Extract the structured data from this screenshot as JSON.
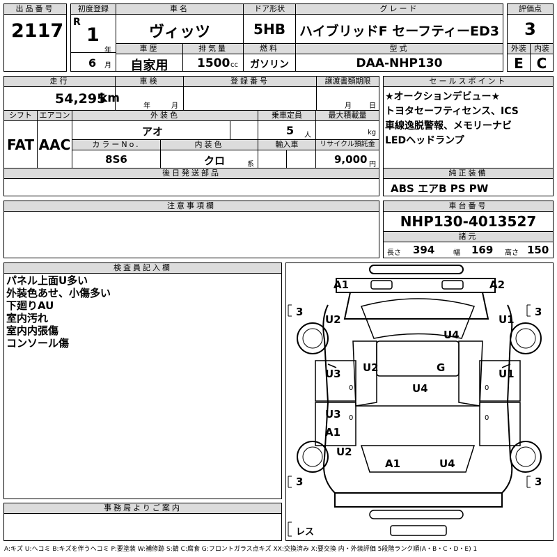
{
  "headers": {
    "lot_no": "出品番号",
    "first_reg": "初度登録",
    "car_name": "車名",
    "door": "ドア形状",
    "grade": "グレード",
    "score": "評価点",
    "history": "車歴",
    "displacement": "排気量",
    "fuel": "燃料",
    "model_code": "型式",
    "exterior": "外装",
    "interior": "内装",
    "mileage": "走行",
    "inspection": "車検",
    "reg_no": "登録番号",
    "transfer_deadline": "譲渡書類期限",
    "shift": "シフト",
    "aircon": "エアコン",
    "ext_color": "外装色",
    "capacity": "乗車定員",
    "max_load": "最大積載量",
    "color_no": "カラーNo.",
    "int_color": "内装色",
    "import": "輸入車",
    "recycle": "リサイクル預託金",
    "later_parts": "後日発送部品",
    "selling_points": "セールスポイント",
    "equipment": "純正装備",
    "notes": "注意事項欄",
    "chassis_no": "車台番号",
    "dimensions": "諸元",
    "inspector": "検査員記入欄",
    "office": "事務局よりご案内"
  },
  "vehicle": {
    "lot_no": "2117",
    "era_mark": "R",
    "year": "1",
    "year_unit": "年",
    "month": "6",
    "month_unit": "月",
    "car_name": "ヴィッツ",
    "door": "5HB",
    "grade": "ハイブリッドF セーフティーED3",
    "score": "3",
    "history": "自家用",
    "displacement": "1500",
    "displacement_unit": "cc",
    "fuel": "ガソリン",
    "model_code": "DAA-NHP130",
    "exterior_grade": "E",
    "interior_grade": "C",
    "mileage": "54,295",
    "mileage_unit": "km",
    "inspection_year_unit": "年",
    "inspection_month_unit": "月",
    "deadline_month_unit": "月",
    "deadline_day_unit": "日",
    "shift": "FAT",
    "aircon": "AAC",
    "ext_color": "アオ",
    "capacity": "5",
    "capacity_unit": "人",
    "load_unit": "kg",
    "color_no": "8S6",
    "int_color": "クロ",
    "int_color_unit": "系",
    "recycle": "9,000",
    "recycle_unit": "円",
    "chassis_no": "NHP130-4013527",
    "length_label": "長さ",
    "length": "394",
    "width_label": "幅",
    "width": "169",
    "height_label": "高さ",
    "height": "150"
  },
  "selling_points": [
    "★オークションデビュー★",
    "トヨタセーフティセンス、ICS",
    "車線逸脱警報、メモリーナビ",
    "LEDヘッドランプ"
  ],
  "equipment": "ABS エアB PS PW",
  "inspector_notes": [
    "パネル上面U多い",
    "外装色あせ、小傷多い",
    "下廻りAU",
    "室内汚れ",
    "室内内張傷",
    "コンソール傷"
  ],
  "diagram": {
    "marks": [
      "A1",
      "A2",
      "U2",
      "U1",
      "U4",
      "U2",
      "G",
      "U3",
      "U1",
      "U4",
      "U3",
      "A1",
      "U2",
      "A1",
      "U4"
    ],
    "tires": [
      "3",
      "3",
      "3",
      "3"
    ],
    "spare": "レス",
    "zeros": [
      "0",
      "0",
      "0",
      "0"
    ]
  },
  "legend": "A:キズ U:ヘコミ B:キズを伴うヘコミ P:要塗装 W:補修跡 S:錆 C:腐食 G:フロントガラス点キズ XX:交換済み X:要交換 内・外装評価 5段階ランク順(A・B・C・D・E) 1"
}
